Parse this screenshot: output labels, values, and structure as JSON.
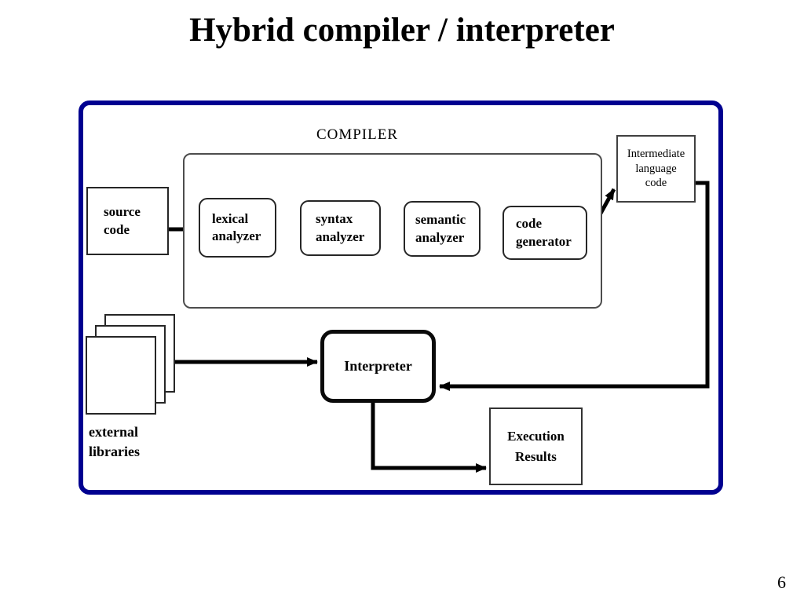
{
  "slide": {
    "title": "Hybrid compiler / interpreter",
    "page_number": "6"
  },
  "diagram": {
    "compiler_group": {
      "label": "COMPILER"
    },
    "nodes": {
      "source_code": {
        "label": "source\ncode"
      },
      "lexical_analyzer": {
        "label": "lexical\nanalyzer"
      },
      "syntax_analyzer": {
        "label": "syntax\nanalyzer"
      },
      "semantic_analyzer": {
        "label": "semantic\nanalyzer"
      },
      "code_generator": {
        "label": "code\ngenerator"
      },
      "intermediate_language_code": {
        "label": "Intermediate\nlanguage\ncode"
      },
      "interpreter": {
        "label": "Interpreter"
      },
      "execution_results": {
        "label": "Execution\nResults"
      },
      "external_libraries": {
        "label": "external\nlibraries"
      }
    },
    "edges": [
      {
        "from": "source_code",
        "to": "lexical_analyzer"
      },
      {
        "from": "lexical_analyzer",
        "to": "syntax_analyzer"
      },
      {
        "from": "syntax_analyzer",
        "to": "semantic_analyzer"
      },
      {
        "from": "semantic_analyzer",
        "to": "code_generator"
      },
      {
        "from": "code_generator",
        "to": "intermediate_language_code"
      },
      {
        "from": "intermediate_language_code",
        "to": "interpreter"
      },
      {
        "from": "external_libraries",
        "to": "interpreter"
      },
      {
        "from": "interpreter",
        "to": "execution_results"
      }
    ],
    "colors": {
      "frame_border": "#000090",
      "line": "#000000",
      "background": "#ffffff"
    }
  }
}
